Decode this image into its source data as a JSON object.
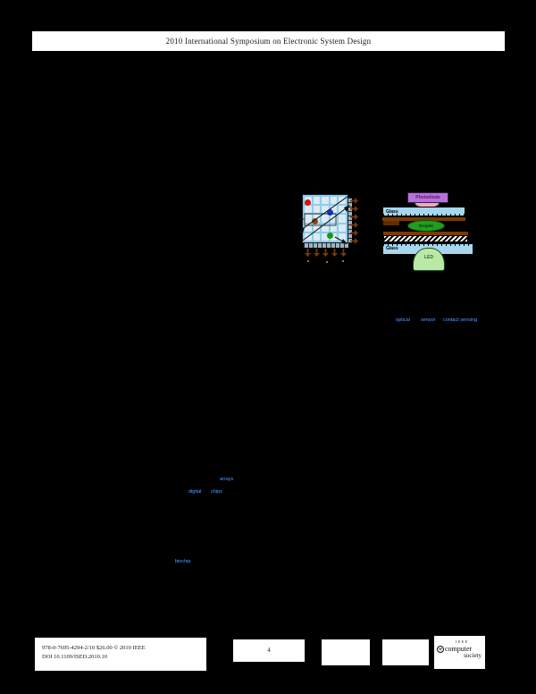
{
  "header": {
    "text": "2010 International Symposium on Electronic System Design"
  },
  "figures": {
    "biochip_array": {
      "grid_rows": 5,
      "grid_cols": 5,
      "right_pins": 6,
      "bottom_pins": 5,
      "colors": {
        "board": "#8FCDE8",
        "cell": "#DCEAF4",
        "pin": "#7A3B00",
        "dot_red": "#DD1111",
        "dot_blue": "#1733DD",
        "dot_brown": "#8A4613",
        "dot_green": "#15971C"
      }
    },
    "cross_section": {
      "labels": {
        "photodiode": "Photodiode",
        "glass_top": "Glass",
        "droplet": "Droplet",
        "glass_bottom": "Glass",
        "led": "LED"
      },
      "colors": {
        "photodiode_box": "#B473DB",
        "lens": "#F2A7BE",
        "glass": "#A6D7EF",
        "electrode": "#7A3B00",
        "droplet": "#1F9E1F",
        "led": "#BCE8A6"
      }
    }
  },
  "links": {
    "color": "#54A0FF",
    "a1": "optical",
    "a2": "sensor",
    "a3": "contact sensing",
    "b1": "arrays",
    "c1": "digital",
    "c2": "chips",
    "d1": "biochip"
  },
  "footer": {
    "copyright_line1": "978-0-7695-4294-2/10 $26.00 © 2010 IEEE",
    "copyright_line2": "DOI 10.1109/ISED.2010.10",
    "page_number": "4",
    "logo": {
      "line1": "IEEE",
      "line2": "computer",
      "line3": "society"
    }
  }
}
